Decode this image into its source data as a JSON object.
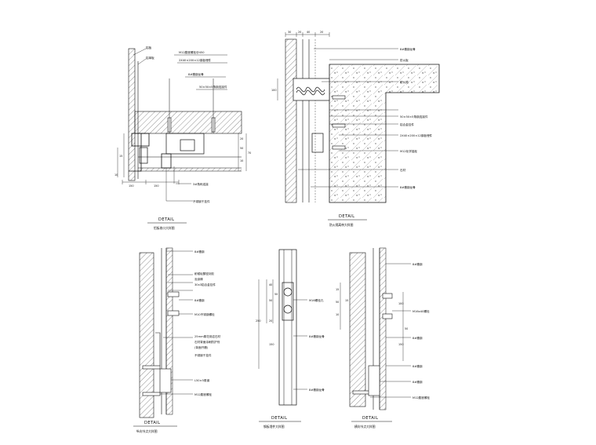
{
  "details": [
    {
      "id": "d1",
      "title": "DETAIL",
      "subtitle": "铝板收口大样图",
      "labels": [
        "铝板",
        "铝单板",
        "M12膨胀螺栓@450",
        "2X40×200×12钢板埋件",
        "8#槽钢龙骨",
        "50×50×5角钢连接件",
        "3#角码连接",
        "不锈钢干挂件"
      ],
      "dims": [
        "150",
        "10",
        "150",
        "15",
        "20",
        "50",
        "10",
        "70"
      ]
    },
    {
      "id": "d2",
      "title": "DETAIL",
      "subtitle": "防火隔离带大样图",
      "labels": [
        "8#槽钢龙骨",
        "防火板",
        "防火棉",
        "50×50×5角钢连接件",
        "铝合金挂件",
        "2X40×200×12钢板埋件",
        "M12化学锚栓",
        "石材",
        "8#槽钢龙骨"
      ],
      "dims": [
        "30",
        "20",
        "40",
        "20",
        "100"
      ]
    },
    {
      "id": "d3",
      "title": "DETAIL",
      "subtitle": "纵向节点大样图",
      "labels": [
        "8#槽钢",
        "耐候硅酮密封胶",
        "泡沫棒",
        "30x3铝合金挂件",
        "8#槽钢",
        "M10不锈钢螺栓",
        "25mm厚花岗岩石材",
        "石材背面涂刷防护剂",
        "(背面开槽)",
        "不锈钢干挂件",
        "L50×5角钢",
        "M12膨胀螺栓"
      ],
      "dims": []
    },
    {
      "id": "d4",
      "title": "DETAIL",
      "subtitle": "钢板埋件大样图",
      "labels": [
        "M16螺栓孔",
        "8#槽钢龙骨",
        "8#槽钢龙骨"
      ],
      "dims": [
        "40",
        "50",
        "20",
        "50",
        "150",
        "250"
      ]
    },
    {
      "id": "d5",
      "title": "DETAIL",
      "subtitle": "横向节点大样图",
      "labels": [
        "8#槽钢",
        "M16x40螺栓",
        "8#槽钢",
        "8#槽钢",
        "8#槽钢",
        "M12膨胀螺栓"
      ],
      "dims": [
        "15",
        "50",
        "10",
        "15",
        "100",
        "50",
        "150"
      ]
    }
  ]
}
